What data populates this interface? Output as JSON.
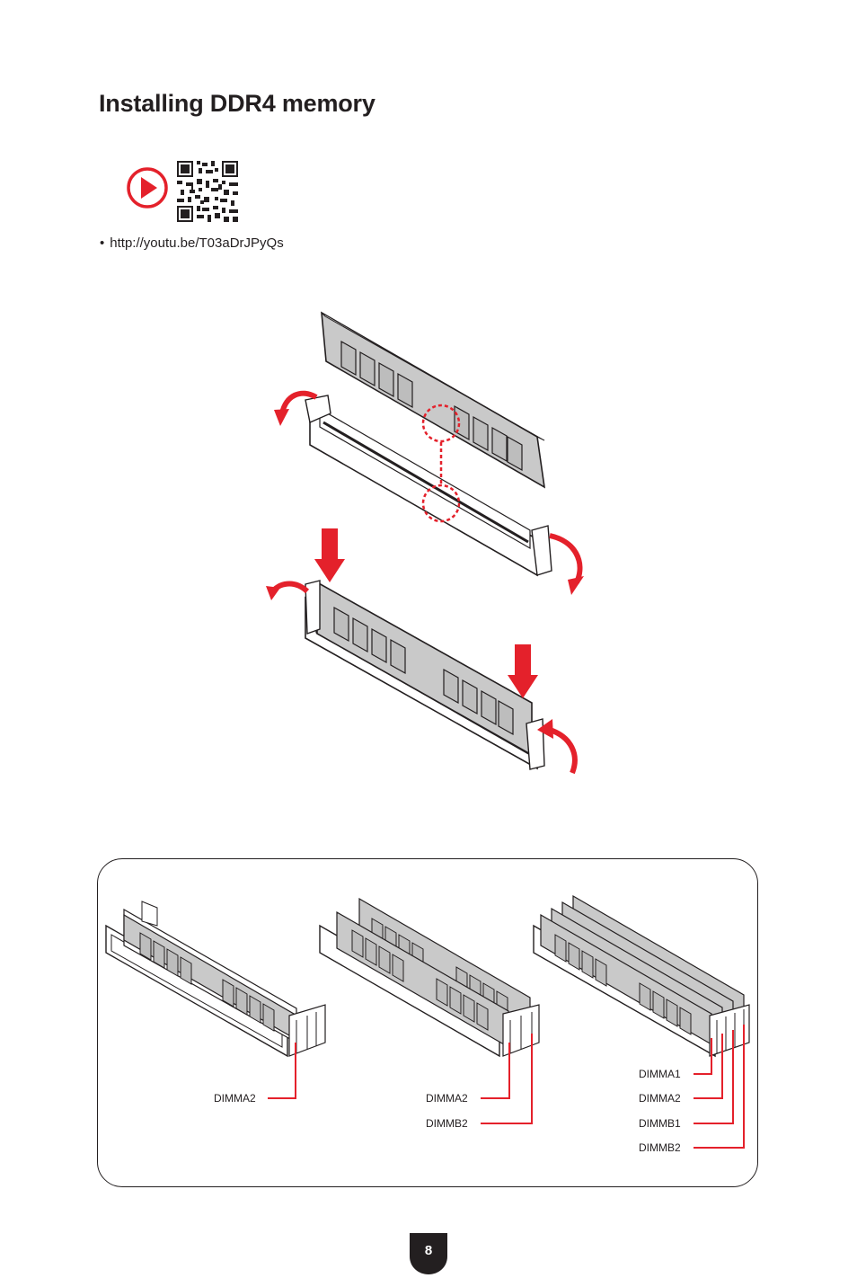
{
  "title": "Installing DDR4 memory",
  "video": {
    "icon": "play-icon",
    "link": "http://youtu.be/T03aDrJPyQs"
  },
  "colors": {
    "accent": "#e4212b",
    "text": "#231f20",
    "module": "#c9c9c9"
  },
  "configs": [
    {
      "labels": [
        "DIMMA2"
      ]
    },
    {
      "labels": [
        "DIMMA2",
        "DIMMB2"
      ]
    },
    {
      "labels": [
        "DIMMA1",
        "DIMMA2",
        "DIMMB1",
        "DIMMB2"
      ]
    }
  ],
  "page_number": "8"
}
